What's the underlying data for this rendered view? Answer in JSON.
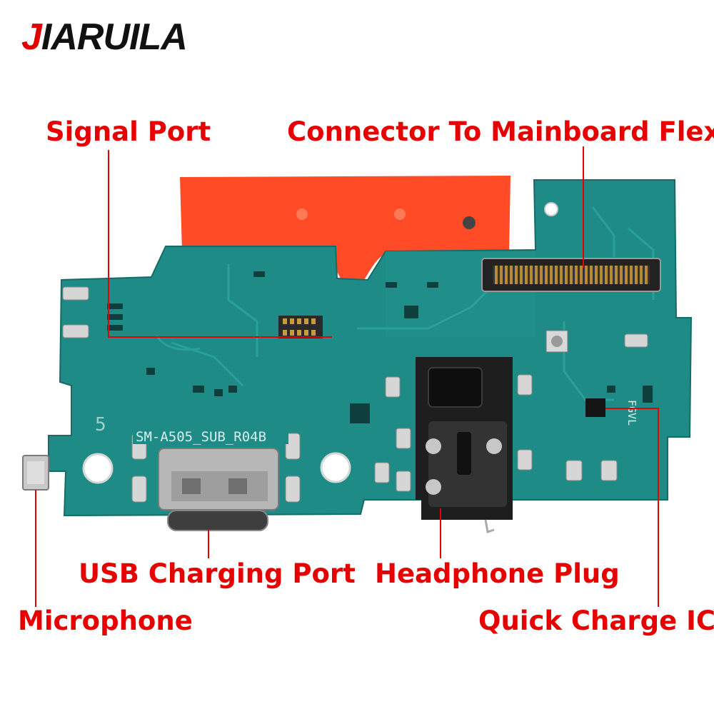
{
  "brand": {
    "initial": "J",
    "rest": "IARUILA",
    "accent_color": "#e00000",
    "text_color": "#111111"
  },
  "labels": {
    "signal_port": "Signal Port",
    "connector_to_mainboard_flex": "Connector To Mainboard Flex",
    "usb_charging_port": "USB Charging Port",
    "headphone_plug": "Headphone Plug",
    "microphone": "Microphone",
    "quick_charge_ic": "Quick Charge IC"
  },
  "board": {
    "silkscreen_model": "SM-A505_SUB_R04B",
    "silkscreen_number": "5",
    "silkscreen_code": "FGVL"
  },
  "colors": {
    "label_red": "#e60000",
    "pcb_green": "#1f8b86",
    "pcb_trace": "#2aa39c",
    "sticker_orange": "#ff4b26",
    "jack_black": "#1e1e1e",
    "usb_metal": "#b7b7b7"
  }
}
